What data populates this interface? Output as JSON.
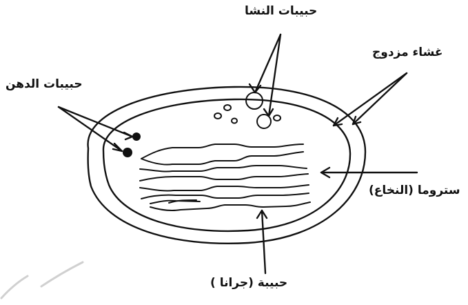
{
  "labels": {
    "starch_grains": "حبيبات النشا",
    "double_membrane": "غشاء مزدوج",
    "lipid_droplets": "حبيبات الدهن",
    "stroma": "ستروما (النخاع)",
    "granum": "حبيبة (جرانا )"
  }
}
